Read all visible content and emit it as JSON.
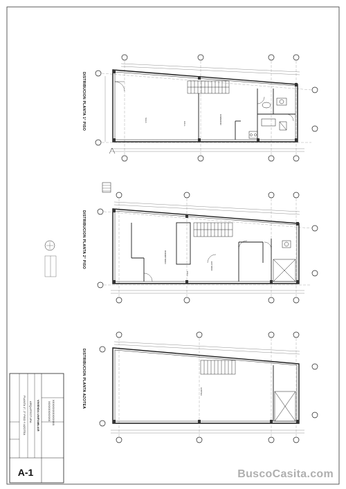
{
  "plans": {
    "first_floor_title": "DISTRIBUCION PLANTA 1° PISO",
    "second_floor_title": "DISTRIBUCION PLANTA 2° PISO",
    "roof_title": "DISTRIBUCION PLANTA AZOTEA"
  },
  "title_block": {
    "owner_value": "XXXXXXXXXXXXXX",
    "owner_value_2": "XXXXXXXXXXX",
    "project": "VIVIENDA UNIFAMILIAR",
    "specialty": "ARQUITECTURA",
    "plan_name": "PLANTA 1°, 2° PISO Y AZOTEA",
    "sheet_code": "A-1"
  },
  "watermark": "BuscoCasita.com",
  "colors": {
    "line": "#1a1a1a",
    "thin": "#555555",
    "hatch": "#777777"
  }
}
